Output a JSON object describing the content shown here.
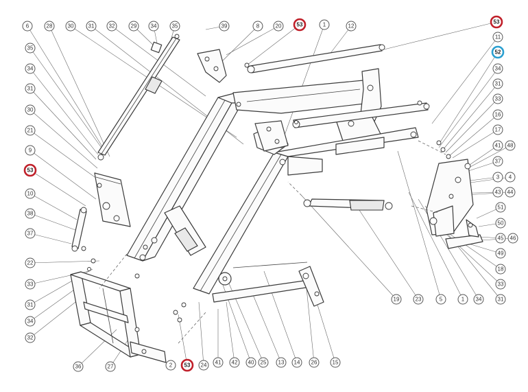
{
  "colors": {
    "highlight_red": "#c0202a",
    "highlight_blue": "#2a9fd0",
    "line": "#3a3a3a"
  },
  "callouts": [
    {
      "label": "6"
    },
    {
      "label": "28"
    },
    {
      "label": "30"
    },
    {
      "label": "31"
    },
    {
      "label": "32"
    },
    {
      "label": "29"
    },
    {
      "label": "34"
    },
    {
      "label": "35"
    },
    {
      "label": "39"
    },
    {
      "label": "8"
    },
    {
      "label": "20"
    },
    {
      "label": "53",
      "highlight": "red"
    },
    {
      "label": "1"
    },
    {
      "label": "12"
    },
    {
      "label": "53",
      "highlight": "red"
    },
    {
      "label": "11"
    },
    {
      "label": "52",
      "highlight": "blue"
    },
    {
      "label": "34"
    },
    {
      "label": "31"
    },
    {
      "label": "33"
    },
    {
      "label": "16"
    },
    {
      "label": "17"
    },
    {
      "label": "41"
    },
    {
      "label": "48"
    },
    {
      "label": "37"
    },
    {
      "label": "3"
    },
    {
      "label": "4"
    },
    {
      "label": "43"
    },
    {
      "label": "44"
    },
    {
      "label": "51"
    },
    {
      "label": "50"
    },
    {
      "label": "45"
    },
    {
      "label": "46"
    },
    {
      "label": "49"
    },
    {
      "label": "18"
    },
    {
      "label": "33"
    },
    {
      "label": "31"
    },
    {
      "label": "34"
    },
    {
      "label": "1"
    },
    {
      "label": "5"
    },
    {
      "label": "23"
    },
    {
      "label": "19"
    },
    {
      "label": "15"
    },
    {
      "label": "26"
    },
    {
      "label": "14"
    },
    {
      "label": "13"
    },
    {
      "label": "25"
    },
    {
      "label": "40"
    },
    {
      "label": "42"
    },
    {
      "label": "41"
    },
    {
      "label": "24"
    },
    {
      "label": "53",
      "highlight": "red"
    },
    {
      "label": "2"
    },
    {
      "label": "27"
    },
    {
      "label": "36"
    },
    {
      "label": "32"
    },
    {
      "label": "34"
    },
    {
      "label": "31"
    },
    {
      "label": "33"
    },
    {
      "label": "22"
    },
    {
      "label": "37"
    },
    {
      "label": "38"
    },
    {
      "label": "10"
    },
    {
      "label": "53",
      "highlight": "red"
    },
    {
      "label": "9"
    },
    {
      "label": "21"
    },
    {
      "label": "30"
    },
    {
      "label": "31"
    },
    {
      "label": "34"
    },
    {
      "label": "35"
    }
  ]
}
